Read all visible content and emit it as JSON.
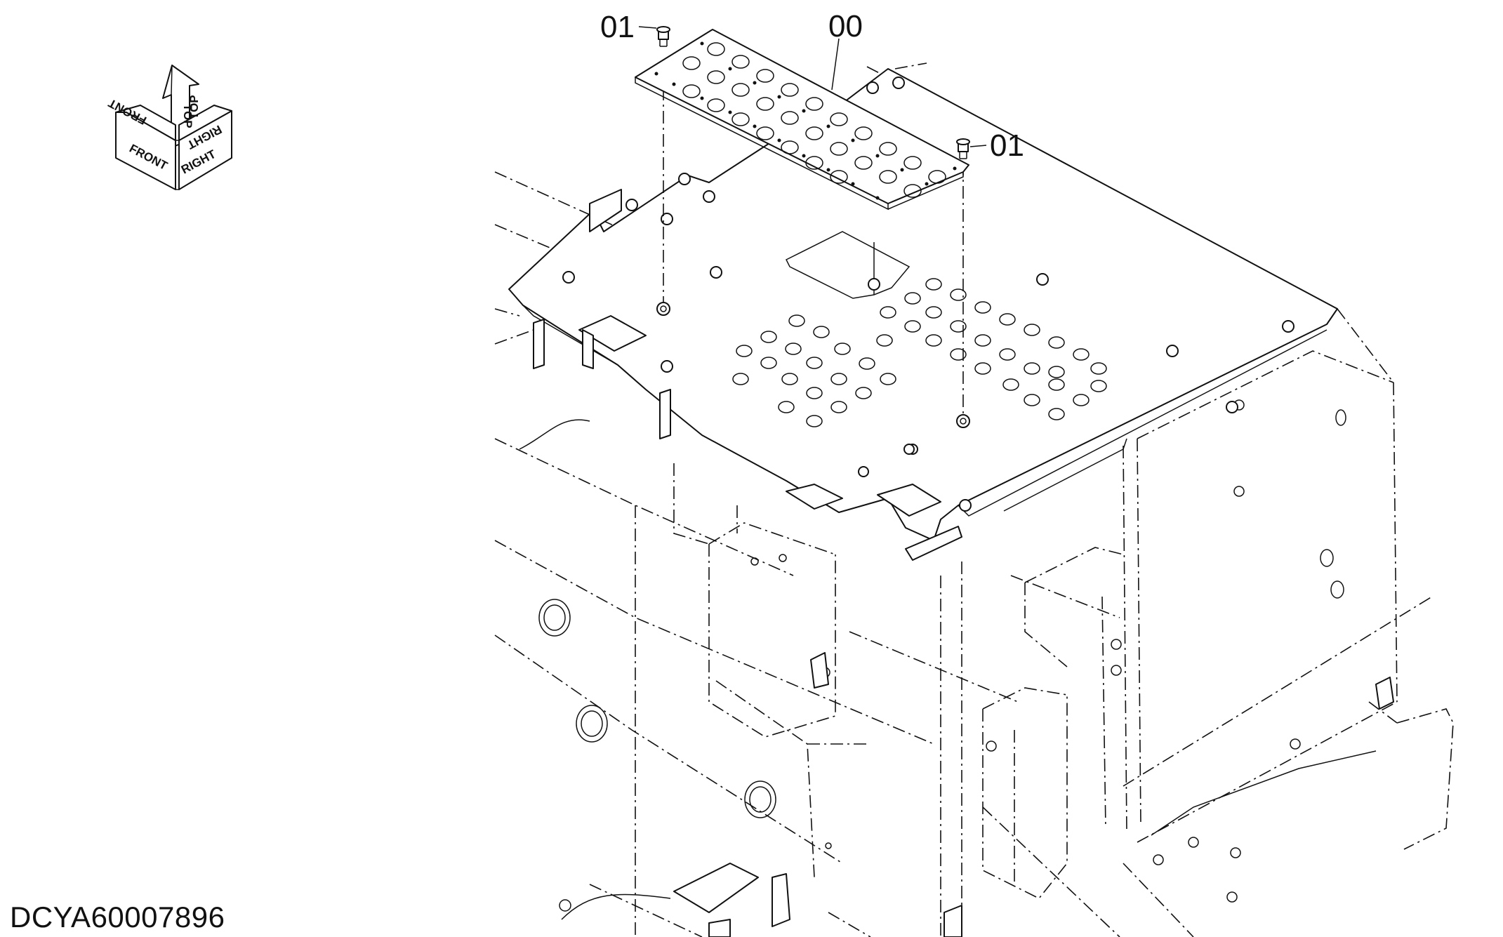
{
  "drawing": {
    "document_id": "DCYA60007896",
    "callouts": {
      "part_00": "00",
      "bolt_left": "01",
      "bolt_right": "01"
    },
    "orientation": {
      "front": "FRONT",
      "top": "TOP",
      "right": "RIGHT"
    },
    "line_color": "#111111",
    "background": "#ffffff"
  }
}
